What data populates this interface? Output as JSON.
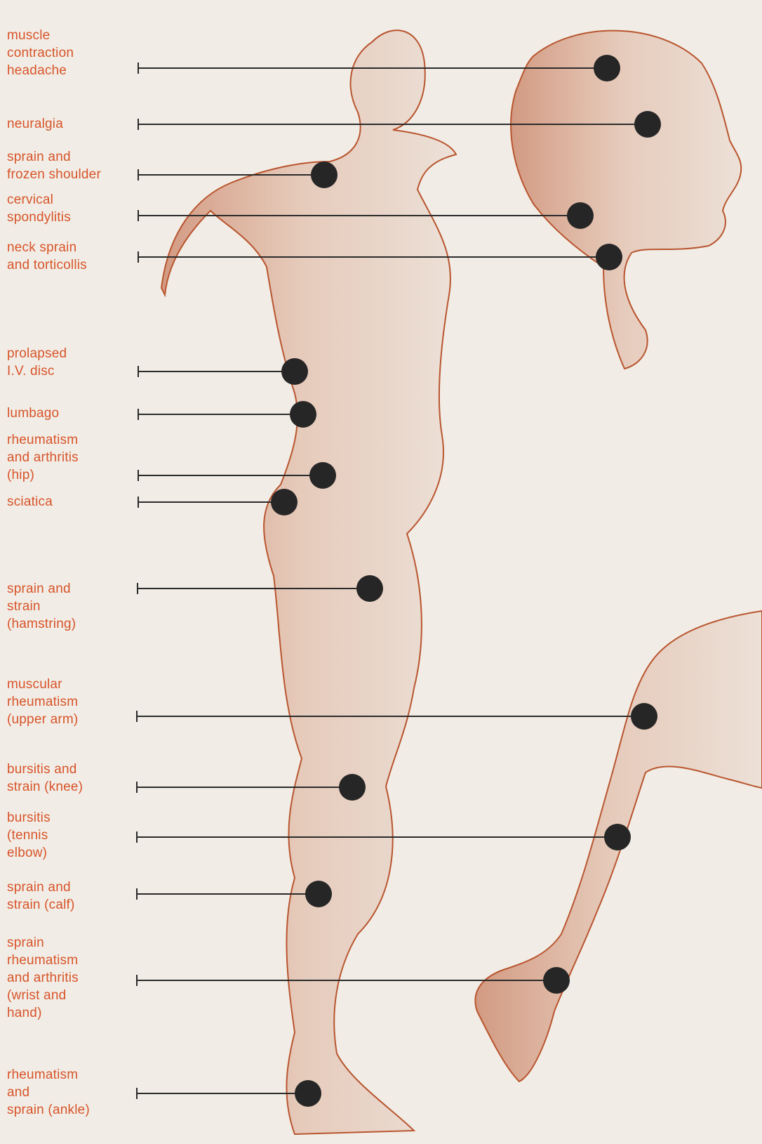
{
  "colors": {
    "background": "#f1ede6",
    "label_text": "#d8542a",
    "sketch": "#b9552f",
    "leader_line": "#2b2b2b",
    "marker_dot": "#262626"
  },
  "labels": [
    {
      "text": "muscle\ncontraction\nheadache"
    },
    {
      "text": "neuralgia"
    },
    {
      "text": "sprain and\nfrozen shoulder"
    },
    {
      "text": "cervical\nspondylitis"
    },
    {
      "text": "neck sprain\nand  torticollis"
    },
    {
      "text": "prolapsed\nI.V. disc"
    },
    {
      "text": "lumbago"
    },
    {
      "text": "rheumatism\nand arthritis\n(hip)"
    },
    {
      "text": "sciatica"
    },
    {
      "text": "sprain and\nstrain\n(hamstring)"
    },
    {
      "text": "muscular\nrheumatism\n(upper arm)"
    },
    {
      "text": "bursitis and\nstrain (knee)"
    },
    {
      "text": "bursitis\n(tennis\nelbow)"
    },
    {
      "text": "sprain and\nstrain (calf)"
    },
    {
      "text": "sprain\nrheumatism\nand arthritis\n(wrist and\nhand)"
    },
    {
      "text": "rheumatism\nand\nsprain (ankle)"
    }
  ]
}
